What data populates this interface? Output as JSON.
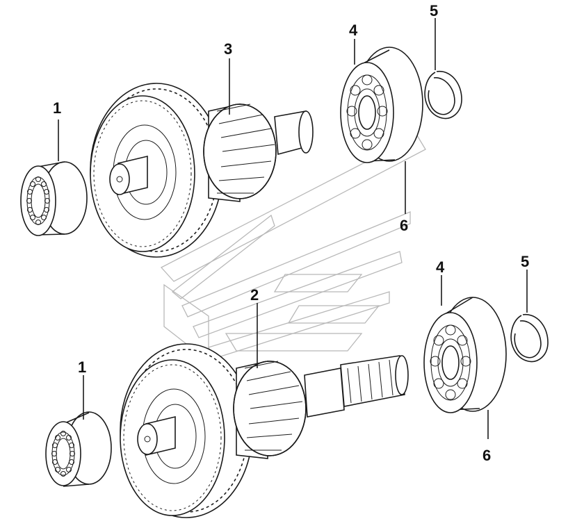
{
  "diagram": {
    "callouts": [
      {
        "id": "c1-top",
        "label": "1"
      },
      {
        "id": "c3-top",
        "label": "3"
      },
      {
        "id": "c4-top",
        "label": "4"
      },
      {
        "id": "c5-top",
        "label": "5"
      },
      {
        "id": "c6-top",
        "label": "6"
      },
      {
        "id": "c2-bot",
        "label": "2"
      },
      {
        "id": "c1-bot",
        "label": "1"
      },
      {
        "id": "c4-bot",
        "label": "4"
      },
      {
        "id": "c5-bot",
        "label": "5"
      },
      {
        "id": "c6-bot",
        "label": "6"
      }
    ]
  },
  "colors": {
    "line": "#1a1a1a",
    "watermark": "#b8b8b8",
    "background": "#ffffff"
  }
}
